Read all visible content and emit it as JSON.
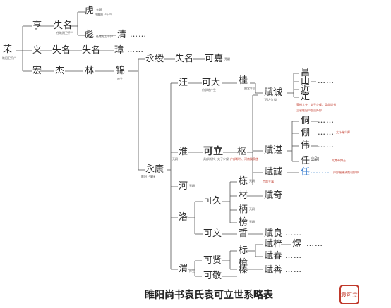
{
  "title": "睢阳尚书袁氏袁可立世系略表",
  "seal_text": "袁可立",
  "nodes": {
    "rong": "荣",
    "rong_note": "睢阳卫千户",
    "heng": "亨",
    "shiming1": "失名",
    "heng_note": "任睢阳卫千户",
    "hu": "虎",
    "hu_note1": "无嗣",
    "hu_note2": "任睢阳卫千户",
    "biao": "彪",
    "biao_note": "任睢阳卫千户",
    "qing": "清",
    "yi": "义",
    "shiming2": "失名",
    "shiming3": "失名",
    "zhang": "璋",
    "hong": "宏",
    "jie": "杰",
    "lin": "林",
    "jin": "锦",
    "jin_note": "庠生",
    "yongshou": "永绶",
    "shiming4": "失名",
    "kejia": "可嘉",
    "kejia_note": "无嗣",
    "wang": "汪",
    "keda": "可大",
    "keda_note": "府学增广生",
    "gui": "桂",
    "gui_note": "府学生员",
    "fucheng": "赋诚",
    "fucheng_note": "广西左江道",
    "chang": "昌",
    "shan": "山",
    "jin2": "近",
    "ding": "定",
    "ding_note1": "荣禄大夫、太子少保、兵部尚书",
    "ding_note2": "三省睢阳户部员外郎",
    "huai": "淮",
    "huai_note": "无嗣",
    "keli": "可立",
    "keli_note": "兵部尚书、太子少保",
    "shu": "枢",
    "shu_note": "户部郎中、河南按察使",
    "fuchen": "赋谌",
    "tong": "侗",
    "peng": "倗",
    "peng_note": "太仆寺少卿",
    "wei": "伟",
    "ren": "任",
    "ren_note": "出嗣",
    "ren_note2": "太常寺博士",
    "fuyu": "赋誠",
    "ren2": "任",
    "ren2_note": "户部福建清吏司郎中",
    "fuyu_note": "工部主事",
    "yongkang": "永康",
    "yongkang_note": "睢阳卫镇抚",
    "he": "河",
    "he_note": "无嗣",
    "luo": "洛",
    "kejiu": "可久",
    "dong": "栋",
    "dong_note": "无嗣",
    "cai": "材",
    "fuqi": "赋奇",
    "bing": "柄",
    "bing_note": "无嗣",
    "bang": "榜",
    "bang_note": "无嗣",
    "kewen": "可文",
    "zhe": "哲",
    "fuliang": "赋良",
    "yuan": "渭",
    "yuan_note": "庠生",
    "kexian": "可贤",
    "biao2": "标",
    "fuzi": "赋梓",
    "yu": "煜",
    "fuchun": "赋春",
    "zhang2": "樟",
    "kejing": "可敬",
    "zhen": "榛",
    "fushan": "赋善",
    "dots": "……"
  }
}
